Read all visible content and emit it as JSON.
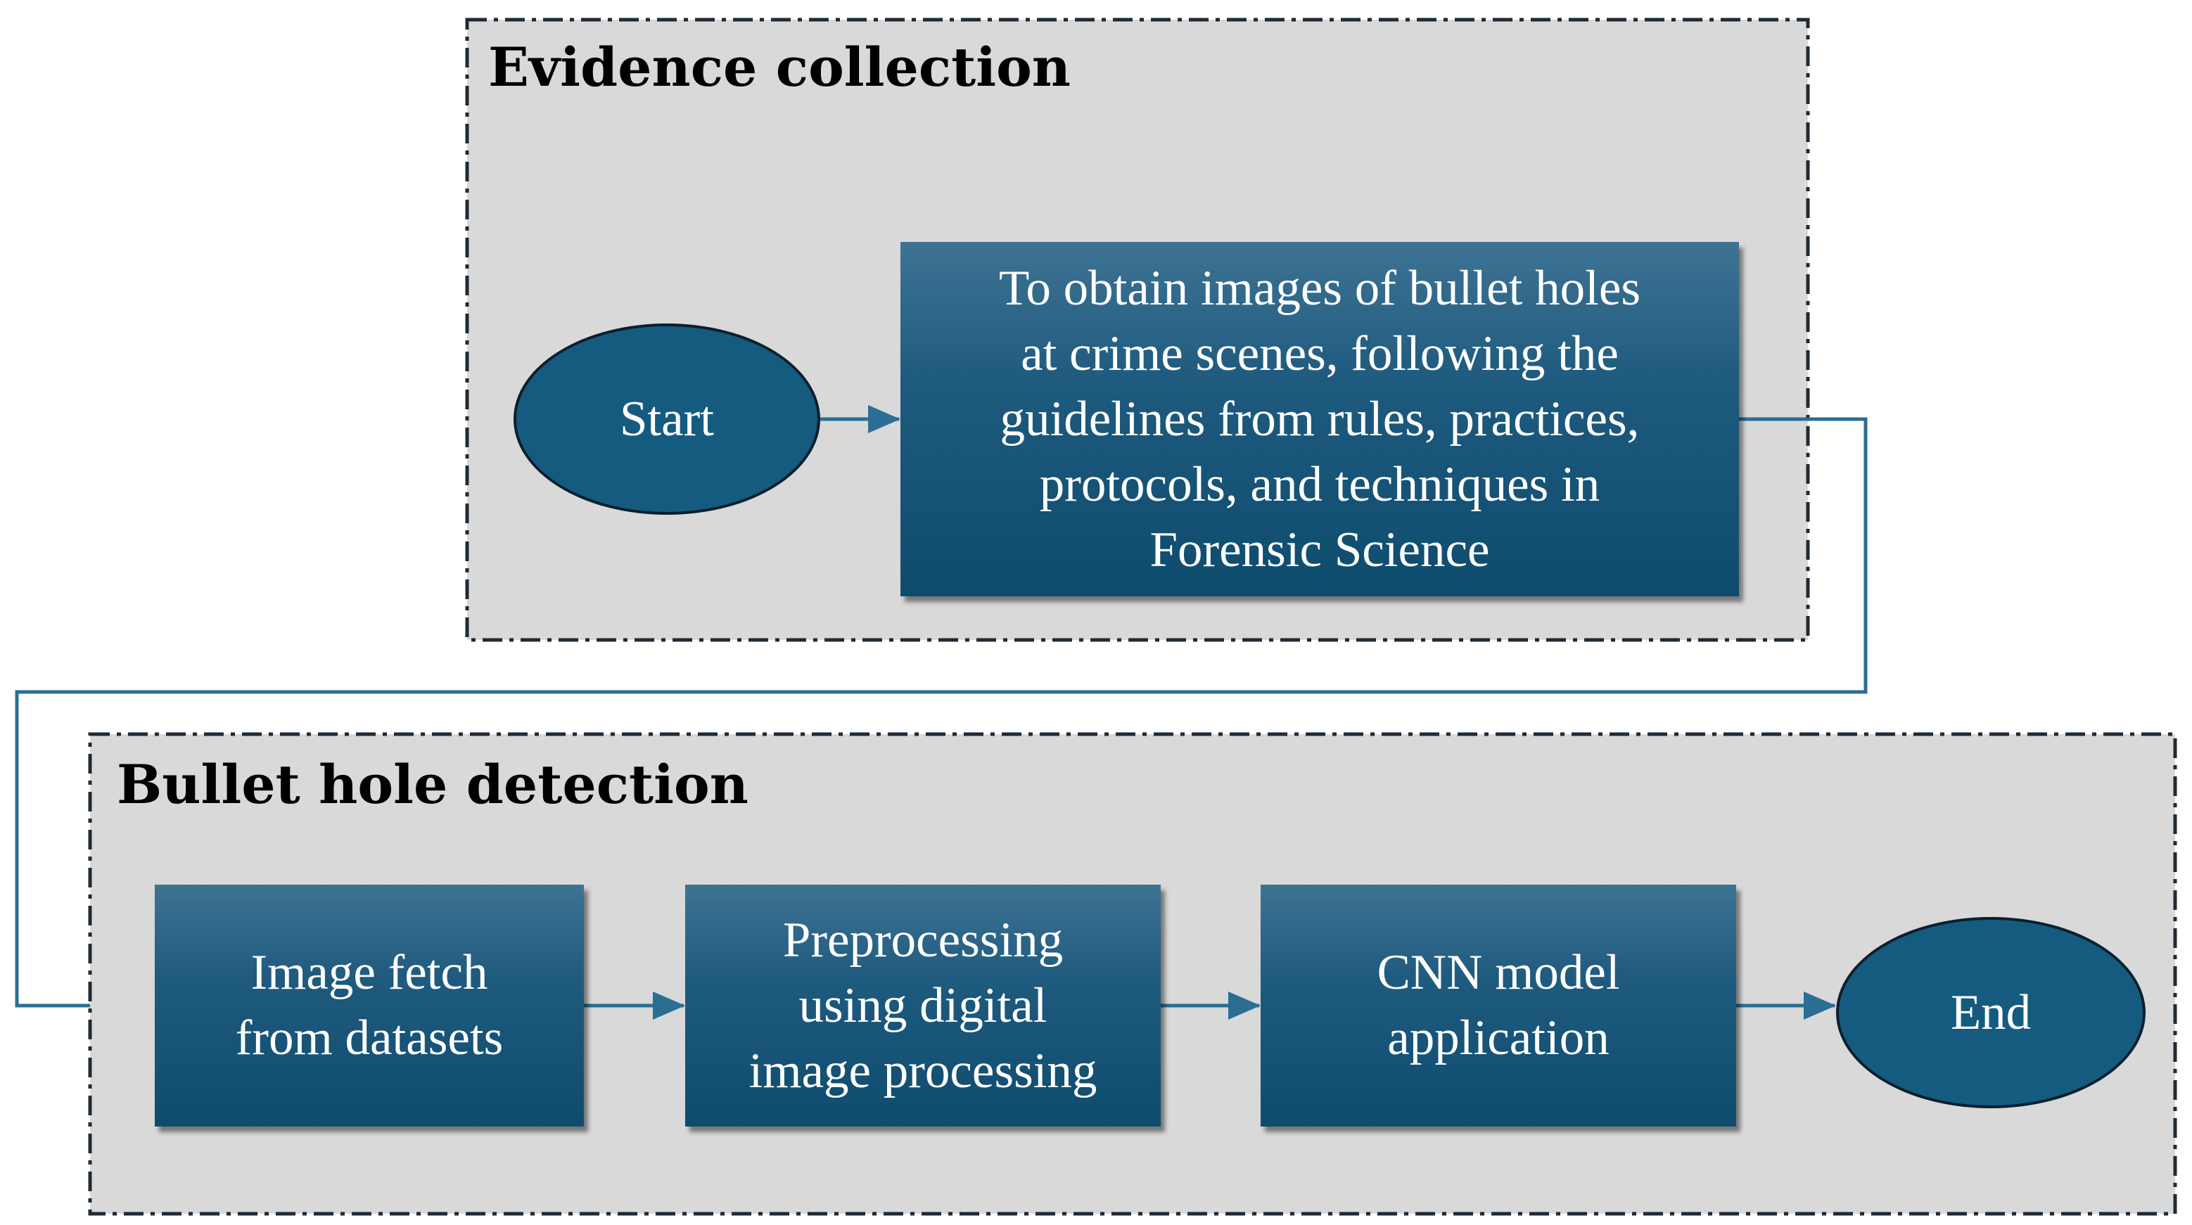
{
  "groups": {
    "evidence": {
      "title": "Evidence collection"
    },
    "detection": {
      "title": "Bullet hole detection"
    }
  },
  "nodes": {
    "start": "Start",
    "obtain": [
      "To obtain images of bullet holes",
      "at crime scenes, following the",
      "guidelines from rules, practices,",
      "protocols, and techniques in",
      "Forensic Science"
    ],
    "fetch": [
      "Image fetch",
      "from datasets"
    ],
    "preprocess": [
      "Preprocessing",
      "using digital",
      "image processing"
    ],
    "cnn": [
      "CNN model",
      "application"
    ],
    "end": "End"
  },
  "colors": {
    "group_fill": "#d9d9d9",
    "group_border": "#1f2a36",
    "node_fill": "#1e5a7e",
    "connector": "#2a6f93"
  }
}
